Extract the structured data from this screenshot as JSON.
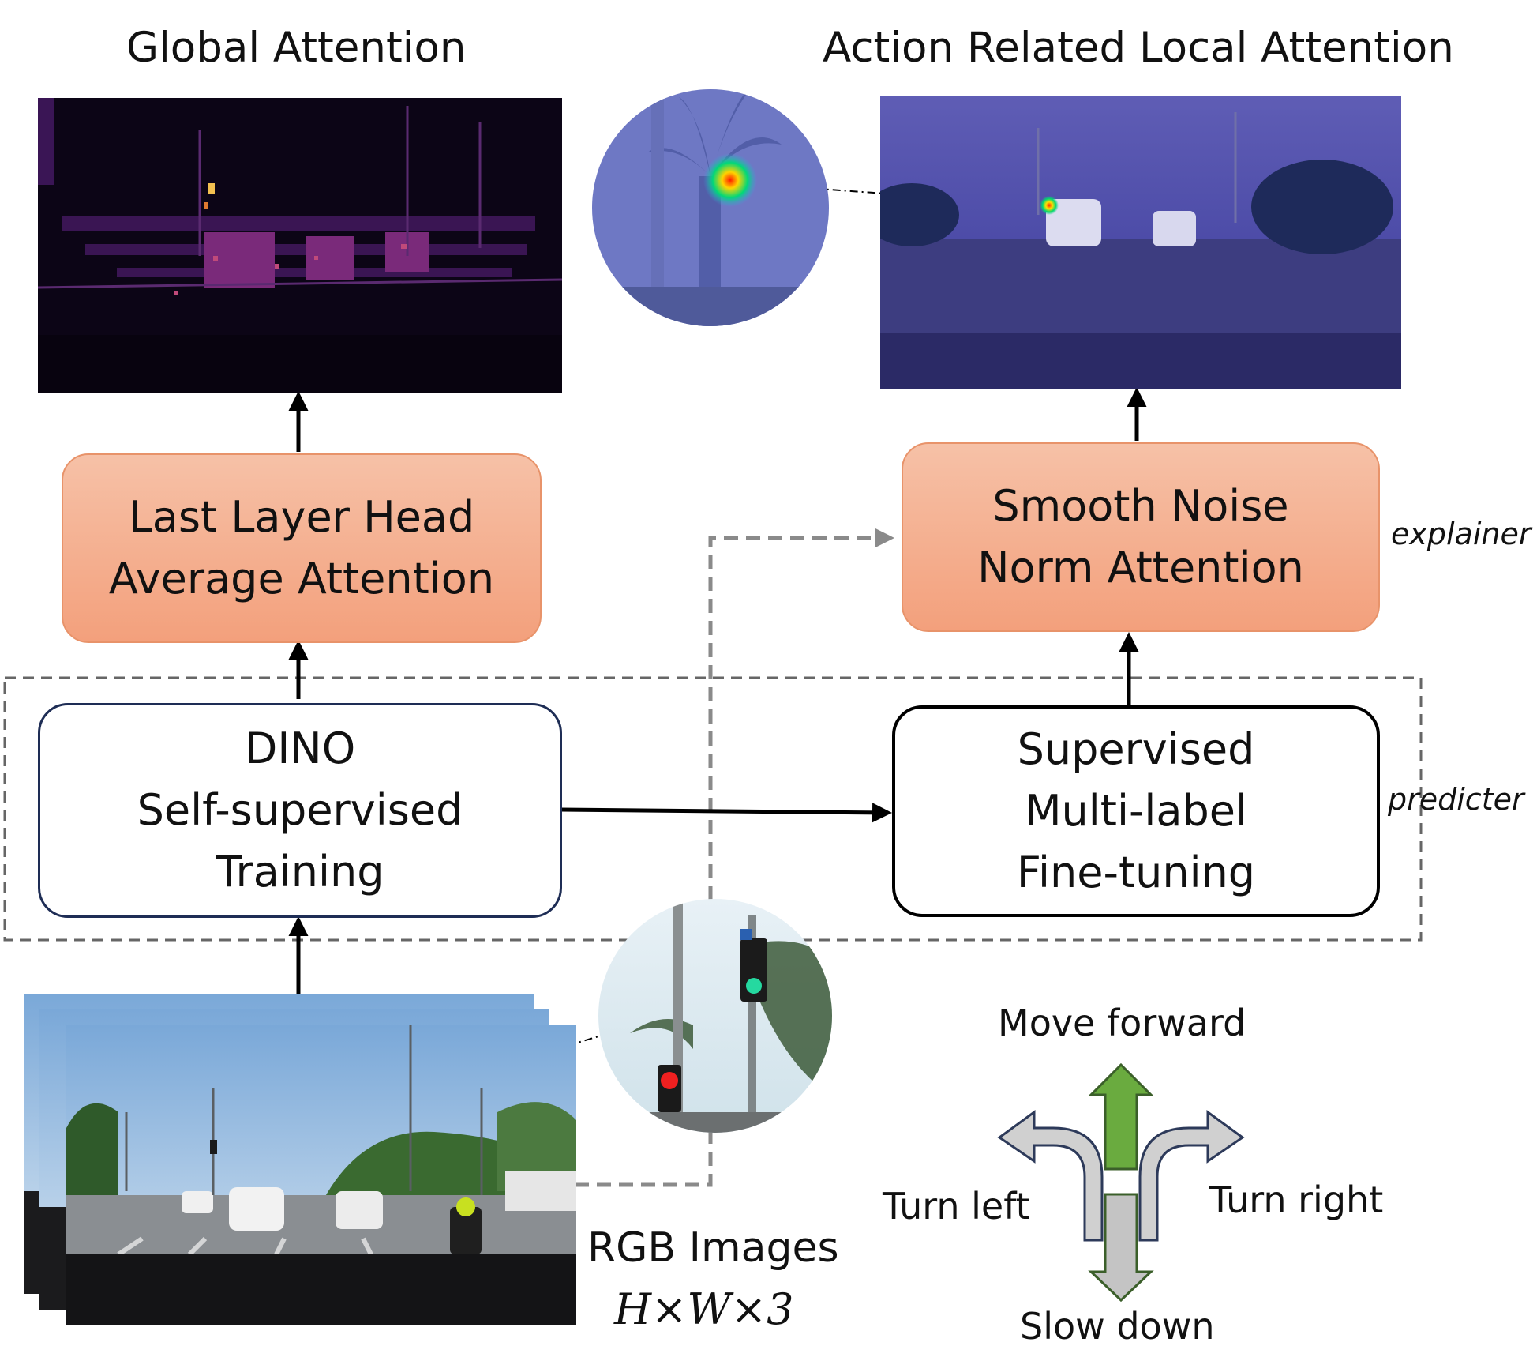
{
  "titles": {
    "global": "Global Attention",
    "local": "Action Related Local Attention"
  },
  "boxes": {
    "last_layer": [
      "Last Layer Head",
      "Average Attention"
    ],
    "smooth_noise": [
      "Smooth Noise",
      "Norm Attention"
    ],
    "dino": [
      "DINO",
      "Self-supervised",
      "Training"
    ],
    "supervised": [
      "Supervised",
      "Multi-label",
      "Fine-tuning"
    ]
  },
  "side_labels": {
    "explainer": "explainer",
    "predicter": "predicter"
  },
  "input": {
    "label": "RGB Images",
    "shape": "H×W×3"
  },
  "actions": {
    "forward": "Move forward",
    "left": "Turn left",
    "right": "Turn right",
    "slow": "Slow down"
  },
  "colors": {
    "orange_box": "#f3a07c",
    "forward_arrow": "#6aab3f",
    "gray_arrow": "#c8c8c8",
    "dashed": "#808080"
  }
}
